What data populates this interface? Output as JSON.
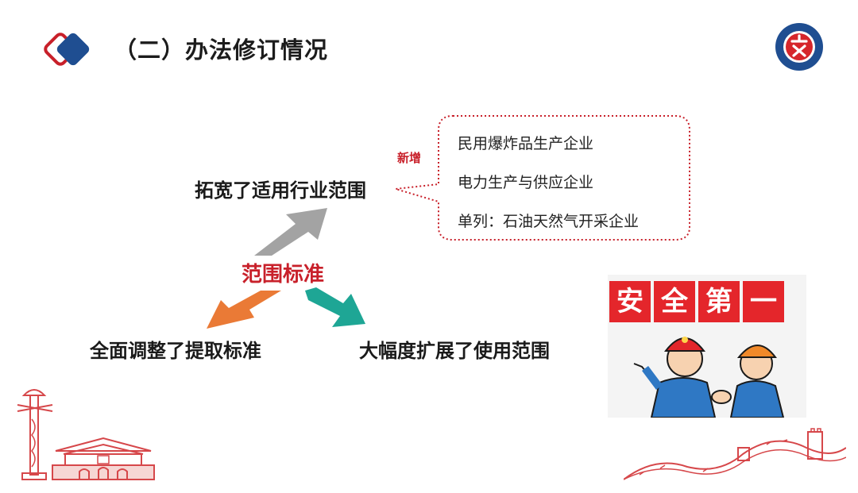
{
  "header": {
    "title": "（二）办法修订情况"
  },
  "diagram": {
    "center_label": "范围标准",
    "top_item": "拓宽了适用行业范围",
    "left_item": "全面调整了提取标准",
    "right_item": "大幅度扩展了使用范围",
    "new_tag": "新增",
    "callout_items": [
      "民用爆炸品生产企业",
      "电力生产与供应企业",
      "单列：石油天然气开采企业"
    ]
  },
  "poster": {
    "chars": [
      "安",
      "全",
      "第",
      "一"
    ]
  },
  "colors": {
    "accent_red": "#c8202a",
    "logo_blue": "#1f4e91",
    "arrow_gray": "#a3a3a3",
    "arrow_orange": "#ea7a36",
    "arrow_teal": "#1ea695"
  }
}
